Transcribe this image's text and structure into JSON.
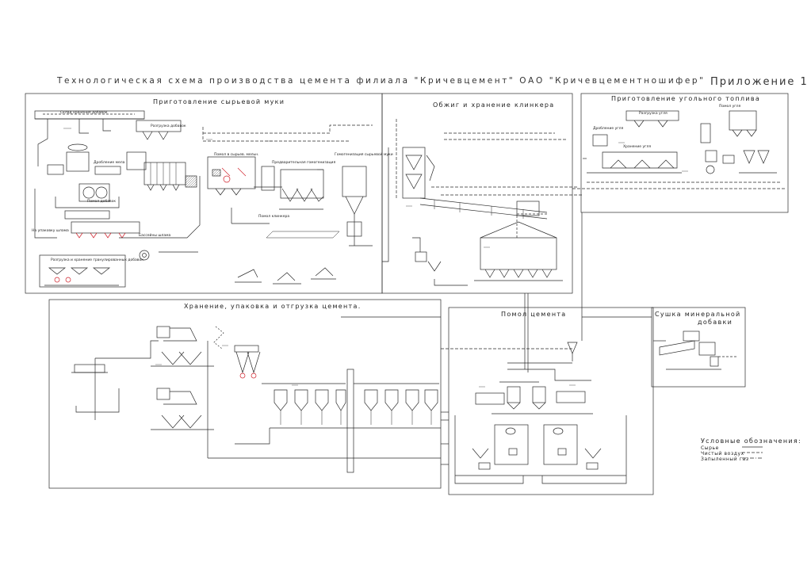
{
  "title": "Технологическая схема производства цемента филиала \"Кричевцемент\" ОАО \"Кричевцементношифер\"",
  "appendix": "Приложение 1",
  "sections": {
    "raw_meal": "Приготовление сырьевой муки",
    "clinker": "Обжиг и хранение клинкера",
    "coal": "Приготовление угольного топлива",
    "storage": "Хранение, упаковка и отгрузка цемента.",
    "grinding": "Помол цемента",
    "drying_line1": "Сушка минеральной",
    "drying_line2": "добавки"
  },
  "labels": {
    "additive_warehouse": "Склад хранения добавок",
    "unload_additives": "Разгрузка добавок",
    "chalk_crushing": "Дробление мела",
    "chalk_grinding": "Помол добавок",
    "sludge_pools": "Бассейны шлама",
    "raw_mill": "Помол в сырьев. мельн.",
    "homogenization": "Гомогенизация сырьевой муки",
    "preliminary_homogenization": "Предварительная гомогенизация",
    "clinker_warehouse": "Помол клинкера",
    "unloading_storage": "Разгрузка и хранение гранулированных добавок",
    "to_packing": "На упаковку шлама",
    "coal_unloading": "Разгрузка угля",
    "coal_grinding": "Помол угля",
    "coal_crushing": "Дробление угля",
    "coal_storage": "Хранение угля"
  },
  "legend": {
    "title": "Условные обозначения:",
    "items": [
      {
        "label": "Сырье",
        "style": "solid"
      },
      {
        "label": "Чистый воздух",
        "style": "dashed"
      },
      {
        "label": "Запыленный газ",
        "style": "dashdot"
      }
    ]
  },
  "colors": {
    "line": "#2a2a2a",
    "accent": "#d0202a"
  }
}
